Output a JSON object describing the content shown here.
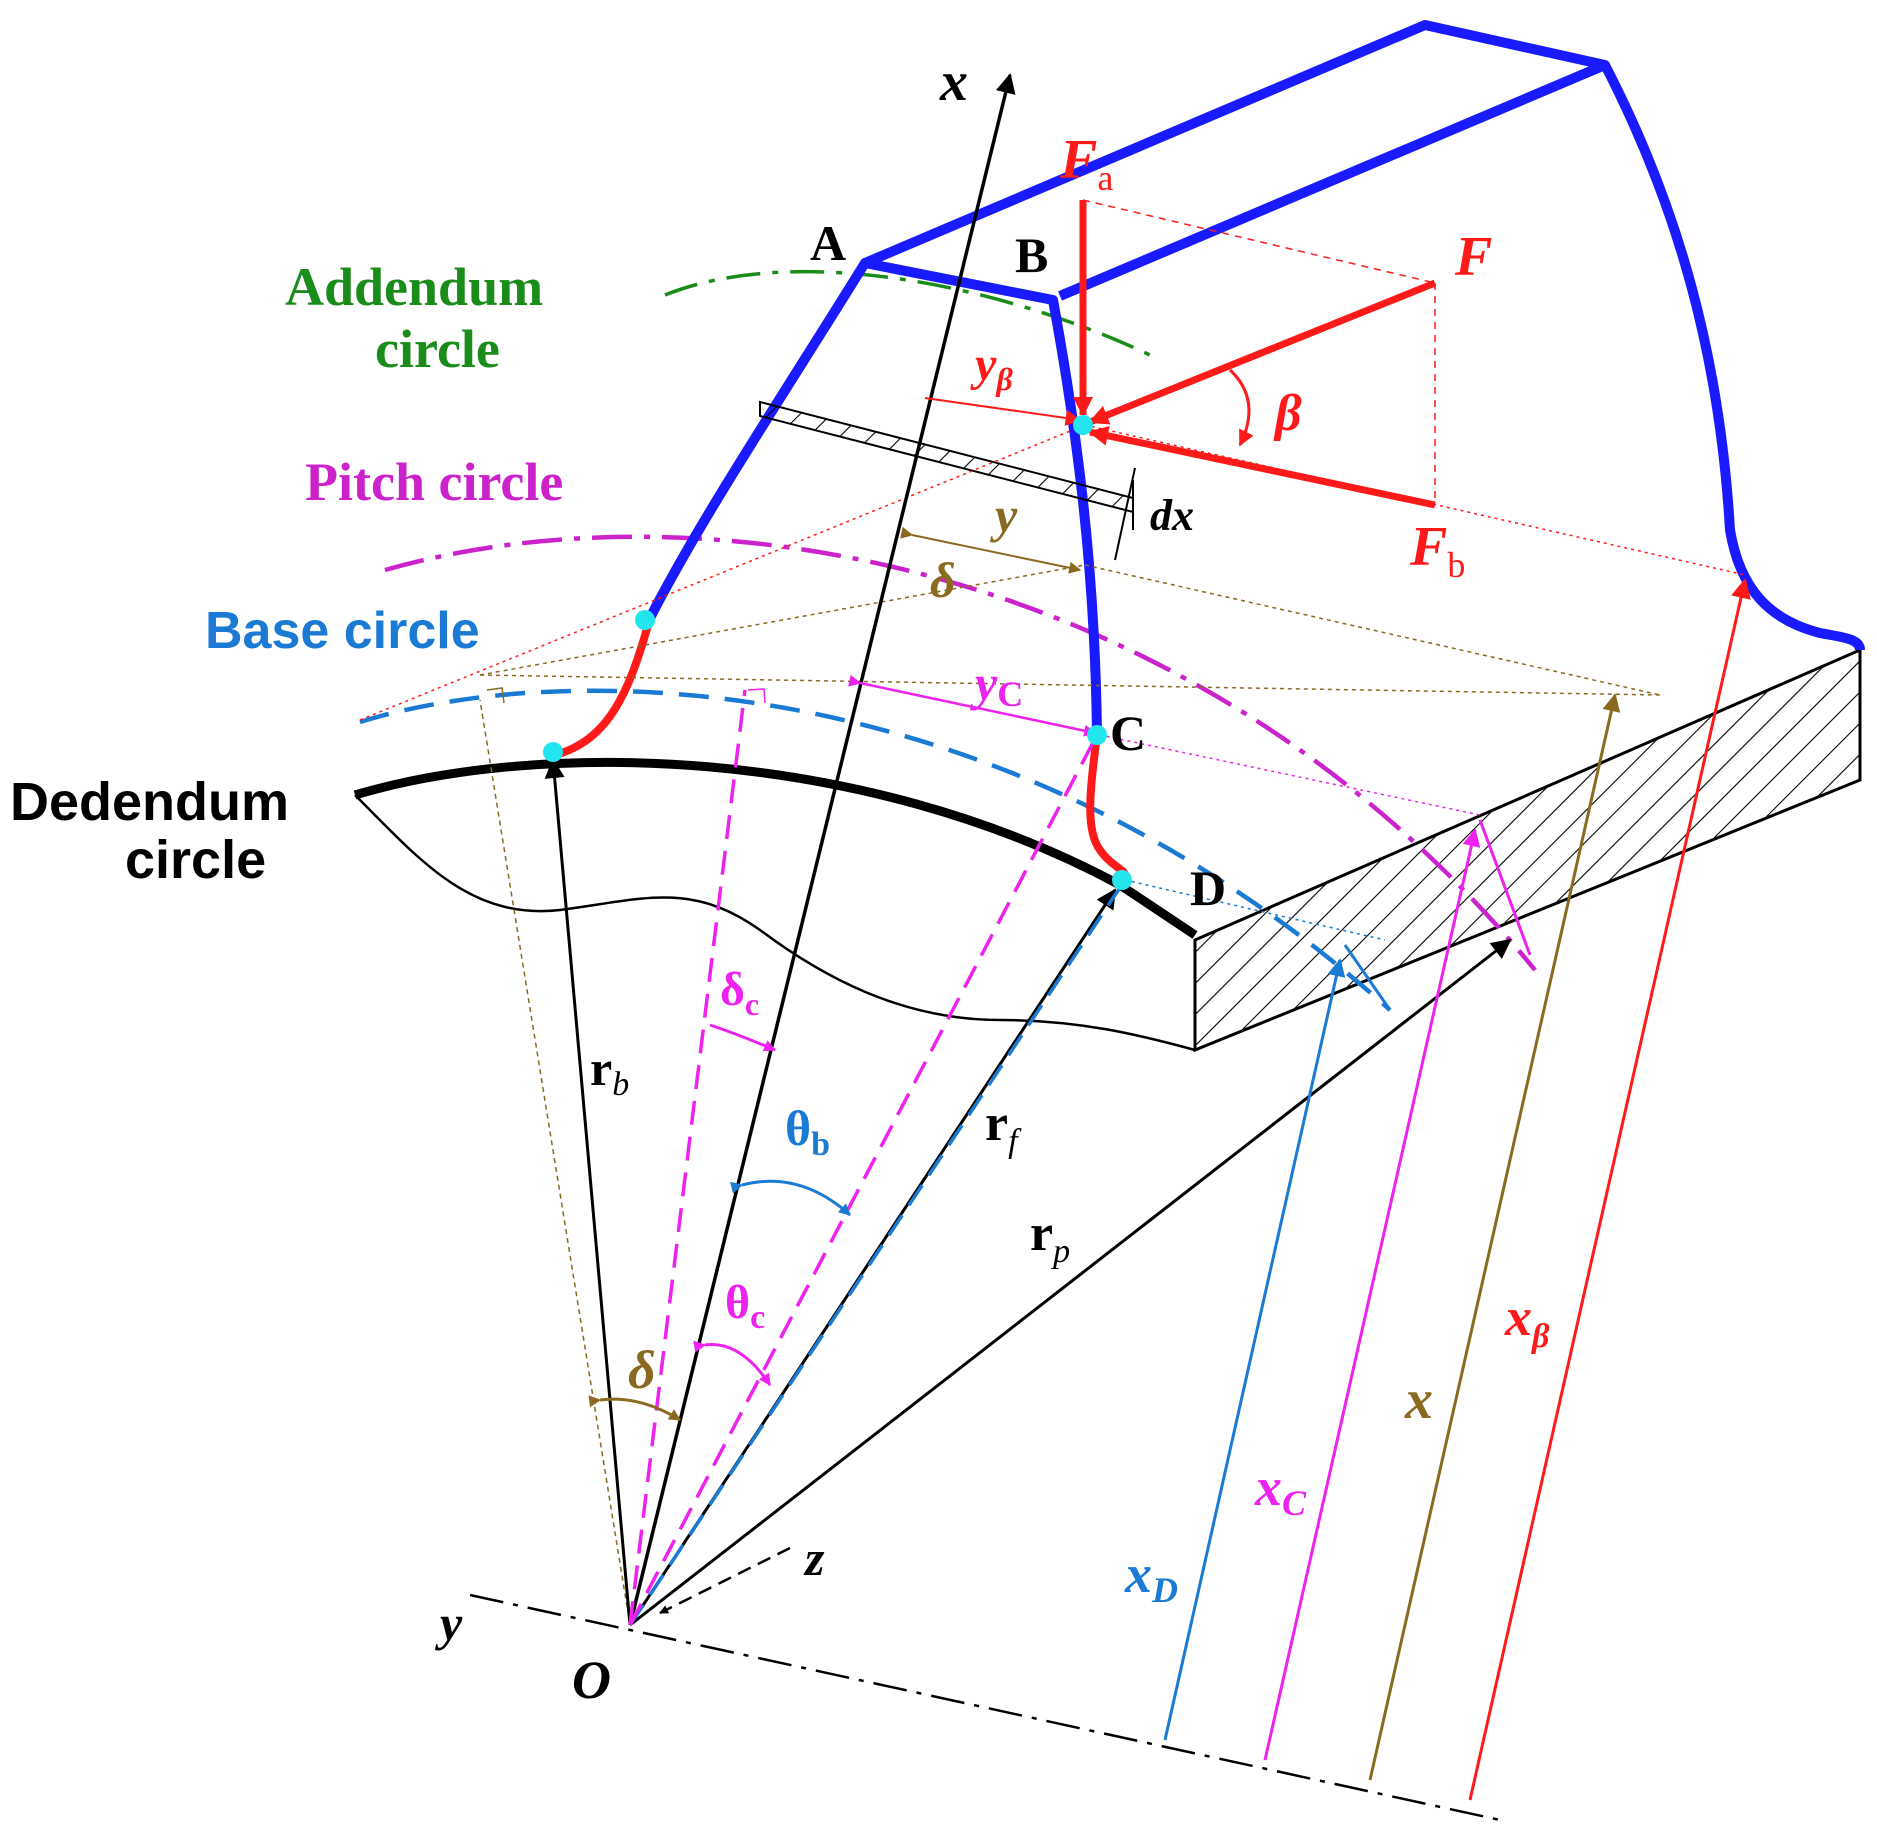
{
  "colors": {
    "tooth": "#1a1aff",
    "fillet": "#ff1a1a",
    "force": "#ff1a1a",
    "addendum": "#1a8c1a",
    "pitch": "#cc22cc",
    "base": "#1a7ad4",
    "dedendum": "#000000",
    "olive": "#8a6a20",
    "point": "#22e5ee"
  },
  "icons": [
    "contact-point-marker",
    "right-angle-marker",
    "arrowhead"
  ],
  "labels": {
    "addendum_line1": "Addendum",
    "addendum_line2": "circle",
    "pitch": "Pitch circle",
    "base": "Base circle",
    "dedendum_line1": "Dedendum",
    "dedendum_line2": "circle",
    "point_A": "A",
    "point_B": "B",
    "point_C": "C",
    "point_D": "D",
    "origin": "O",
    "axis_x": "x",
    "axis_y": "y",
    "axis_z": "z",
    "Fa_main": "F",
    "Fa_sub": "a",
    "F": "F",
    "Fb_main": "F",
    "Fb_sub": "b",
    "beta": "β",
    "ybeta_main": "y",
    "ybeta_sub": "β",
    "dx": "dx",
    "y": "y",
    "delta_top": "δ",
    "yC_main": "y",
    "yC_sub": "C",
    "deltac_main": "δ",
    "deltac_sub": "c",
    "rb_main": "r",
    "rb_sub": "b",
    "thetab_main": "θ",
    "thetab_sub": "b",
    "rf_main": "r",
    "rf_sub": "f",
    "rp_main": "r",
    "rp_sub": "p",
    "thetac_main": "θ",
    "thetac_sub": "c",
    "delta_bottom": "δ",
    "xbeta_main": "x",
    "xbeta_sub": "β",
    "x_dim": "x",
    "xC_main": "x",
    "xC_sub": "C",
    "xD_main": "x",
    "xD_sub": "D"
  }
}
